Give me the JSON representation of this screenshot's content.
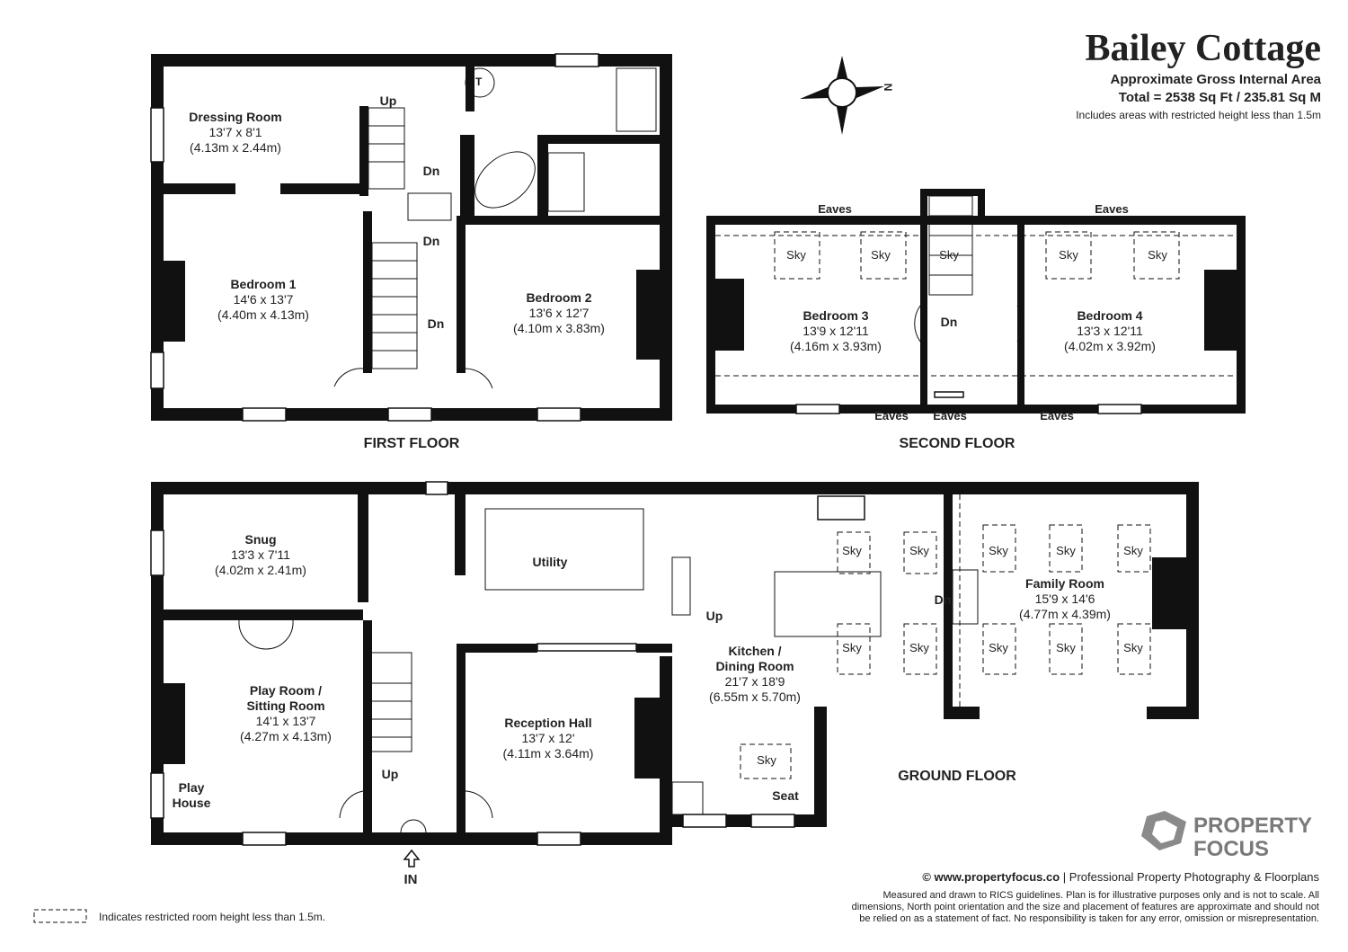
{
  "header": {
    "title": "Bailey Cottage",
    "area_label": "Approximate Gross Internal Area",
    "total": "Total = 2538 Sq Ft / 235.81 Sq M",
    "restricted_note": "Includes areas with restricted height less than 1.5m"
  },
  "compass": {
    "north_label": "N"
  },
  "floors": {
    "first": "FIRST FLOOR",
    "second": "SECOND FLOOR",
    "ground": "GROUND FLOOR"
  },
  "rooms": {
    "dressing": {
      "name": "Dressing Room",
      "imperial": "13'7 x 8'1",
      "metric": "(4.13m x 2.44m)"
    },
    "bed1": {
      "name": "Bedroom 1",
      "imperial": "14'6 x 13'7",
      "metric": "(4.40m x 4.13m)"
    },
    "bed2": {
      "name": "Bedroom 2",
      "imperial": "13'6 x 12'7",
      "metric": "(4.10m x 3.83m)"
    },
    "bed3": {
      "name": "Bedroom 3",
      "imperial": "13'9 x 12'11",
      "metric": "(4.16m x 3.93m)"
    },
    "bed4": {
      "name": "Bedroom 4",
      "imperial": "13'3 x 12'11",
      "metric": "(4.02m x 3.92m)"
    },
    "snug": {
      "name": "Snug",
      "imperial": "13'3 x 7'11",
      "metric": "(4.02m x 2.41m)"
    },
    "utility": {
      "name": "Utility"
    },
    "playroom": {
      "name1": "Play Room /",
      "name2": "Sitting Room",
      "imperial": "14'1 x 13'7",
      "metric": "(4.27m x 4.13m)"
    },
    "playhouse": {
      "name1": "Play",
      "name2": "House"
    },
    "reception": {
      "name": "Reception Hall",
      "imperial": "13'7 x 12'",
      "metric": "(4.11m x 3.64m)"
    },
    "kitchen": {
      "name1": "Kitchen /",
      "name2": "Dining Room",
      "imperial": "21'7 x 18'9",
      "metric": "(6.55m x 5.70m)"
    },
    "family": {
      "name": "Family Room",
      "imperial": "15'9 x 14'6",
      "metric": "(4.77m x 4.39m)"
    }
  },
  "labels": {
    "up": "Up",
    "dn": "Dn",
    "eaves": "Eaves",
    "sky": "Sky",
    "seat": "Seat",
    "in": "IN",
    "toilet_t": "T"
  },
  "brand": {
    "line1": "PROPERTY",
    "line2": "FOCUS",
    "color": "#7a7a7a"
  },
  "footer": {
    "website": "© www.propertyfocus.co",
    "tagline": " | Professional Property Photography & Floorplans",
    "disclaimer1": "Measured and drawn to RICS guidelines. Plan is for illustrative purposes only and is not to scale. All",
    "disclaimer2": "dimensions, North point orientation and the size and placement of features are approximate and should not",
    "disclaimer3": "be relied on as a statement of fact. No responsibility is taken for any error, omission or misrepresentation.",
    "legend": "Indicates restricted room height less than 1.5m."
  }
}
